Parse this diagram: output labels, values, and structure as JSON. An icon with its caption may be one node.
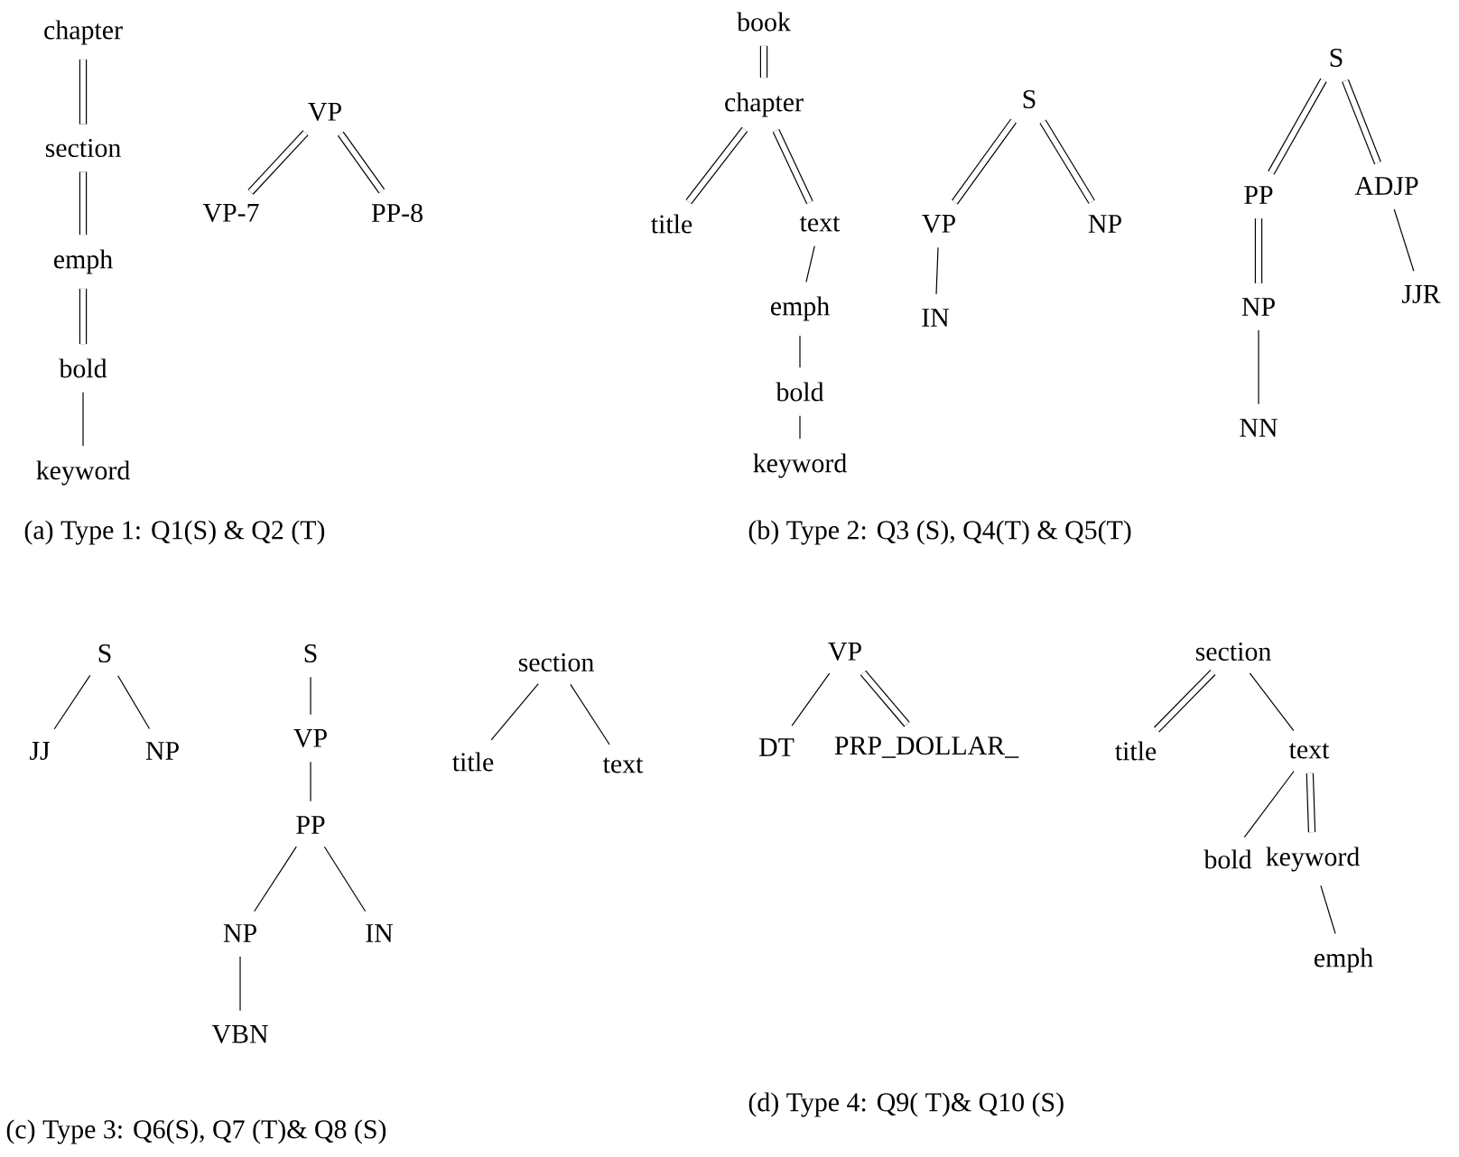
{
  "diagram": {
    "nodes": [
      {
        "text": [
          "chapter"
        ]
      },
      {
        "text": [
          "section"
        ]
      },
      {
        "text": [
          "emph"
        ]
      },
      {
        "text": [
          "bold"
        ]
      },
      {
        "text": [
          "keyword"
        ]
      },
      {
        "text": [
          "VP"
        ]
      },
      {
        "text": [
          "VP-7"
        ]
      },
      {
        "text": [
          "PP-8"
        ]
      },
      {
        "text": [
          "book"
        ]
      },
      {
        "text": [
          "chapter"
        ]
      },
      {
        "text": [
          "title"
        ]
      },
      {
        "text": [
          "text"
        ]
      },
      {
        "text": [
          "emph"
        ]
      },
      {
        "text": [
          "bold"
        ]
      },
      {
        "text": [
          "keyword"
        ]
      },
      {
        "text": [
          "S"
        ]
      },
      {
        "text": [
          "VP"
        ]
      },
      {
        "text": [
          "IN"
        ]
      },
      {
        "text": [
          "NP"
        ]
      },
      {
        "text": [
          "S"
        ]
      },
      {
        "text": [
          "PP"
        ]
      },
      {
        "text": [
          "NP"
        ]
      },
      {
        "text": [
          "NN"
        ]
      },
      {
        "text": [
          "ADJP"
        ]
      },
      {
        "text": [
          "JJR"
        ]
      },
      {
        "text": [
          "S"
        ]
      },
      {
        "text": [
          "JJ"
        ]
      },
      {
        "text": [
          "NP"
        ]
      },
      {
        "text": [
          "S"
        ]
      },
      {
        "text": [
          "VP"
        ]
      },
      {
        "text": [
          "PP"
        ]
      },
      {
        "text": [
          "NP"
        ]
      },
      {
        "text": [
          "IN"
        ]
      },
      {
        "text": [
          "VBN"
        ]
      },
      {
        "text": [
          "section"
        ]
      },
      {
        "text": [
          "title"
        ]
      },
      {
        "text": [
          "text"
        ]
      },
      {
        "text": [
          "VP"
        ]
      },
      {
        "text": [
          "DT"
        ]
      },
      {
        "text": [
          "PRP_DOLLAR_"
        ]
      },
      {
        "text": [
          "section"
        ]
      },
      {
        "text": [
          "title"
        ]
      },
      {
        "text": [
          "text"
        ]
      },
      {
        "text": [
          "bold"
        ]
      },
      {
        "text": [
          "keyword"
        ]
      },
      {
        "text": [
          "emph"
        ]
      }
    ],
    "edges": [
      {
        "from": 0,
        "to": 1,
        "arrow": "none",
        "style": "thick"
      },
      {
        "from": 1,
        "to": 2,
        "arrow": "none",
        "style": "thick"
      },
      {
        "from": 2,
        "to": 3,
        "arrow": "none",
        "style": "thick"
      },
      {
        "from": 3,
        "to": 4,
        "arrow": "none"
      },
      {
        "from": 5,
        "to": 6,
        "arrow": "none",
        "style": "thick"
      },
      {
        "from": 5,
        "to": 7,
        "arrow": "none",
        "style": "thick"
      },
      {
        "from": 8,
        "to": 9,
        "arrow": "none",
        "style": "thick"
      },
      {
        "from": 9,
        "to": 10,
        "arrow": "none",
        "style": "thick"
      },
      {
        "from": 9,
        "to": 11,
        "arrow": "none",
        "style": "thick"
      },
      {
        "from": 11,
        "to": 12,
        "arrow": "none"
      },
      {
        "from": 12,
        "to": 13,
        "arrow": "none"
      },
      {
        "from": 13,
        "to": 14,
        "arrow": "none"
      },
      {
        "from": 15,
        "to": 16,
        "arrow": "none",
        "style": "thick"
      },
      {
        "from": 15,
        "to": 18,
        "arrow": "none",
        "style": "thick"
      },
      {
        "from": 16,
        "to": 17,
        "arrow": "none"
      },
      {
        "from": 19,
        "to": 20,
        "arrow": "none",
        "style": "thick"
      },
      {
        "from": 19,
        "to": 23,
        "arrow": "none",
        "style": "thick"
      },
      {
        "from": 20,
        "to": 21,
        "arrow": "none",
        "style": "thick"
      },
      {
        "from": 21,
        "to": 22,
        "arrow": "none"
      },
      {
        "from": 23,
        "to": 24,
        "arrow": "none"
      },
      {
        "from": 25,
        "to": 26,
        "arrow": "none"
      },
      {
        "from": 25,
        "to": 27,
        "arrow": "none"
      },
      {
        "from": 28,
        "to": 29,
        "arrow": "none"
      },
      {
        "from": 29,
        "to": 30,
        "arrow": "none"
      },
      {
        "from": 30,
        "to": 31,
        "arrow": "none"
      },
      {
        "from": 30,
        "to": 32,
        "arrow": "none"
      },
      {
        "from": 31,
        "to": 33,
        "arrow": "none"
      },
      {
        "from": 34,
        "to": 35,
        "arrow": "none"
      },
      {
        "from": 34,
        "to": 36,
        "arrow": "none"
      },
      {
        "from": 37,
        "to": 38,
        "arrow": "none"
      },
      {
        "from": 37,
        "to": 39,
        "arrow": "none",
        "style": "thick"
      },
      {
        "from": 40,
        "to": 41,
        "arrow": "none",
        "style": "thick"
      },
      {
        "from": 40,
        "to": 42,
        "arrow": "none"
      },
      {
        "from": 42,
        "to": 43,
        "arrow": "none"
      },
      {
        "from": 42,
        "to": 44,
        "arrow": "none",
        "style": "thick"
      },
      {
        "from": 44,
        "to": 45,
        "arrow": "none"
      }
    ],
    "labels": [
      "(a) Type 1: Q1(S) & Q2 (T)",
      "(b) Type 2: Q3 (S), Q4(T) & Q5(T)",
      "(c) Type 3: Q6(S), Q7 (T)& Q8 (S)",
      "(d) Type 4: Q9( T)& Q10 (S)"
    ]
  }
}
